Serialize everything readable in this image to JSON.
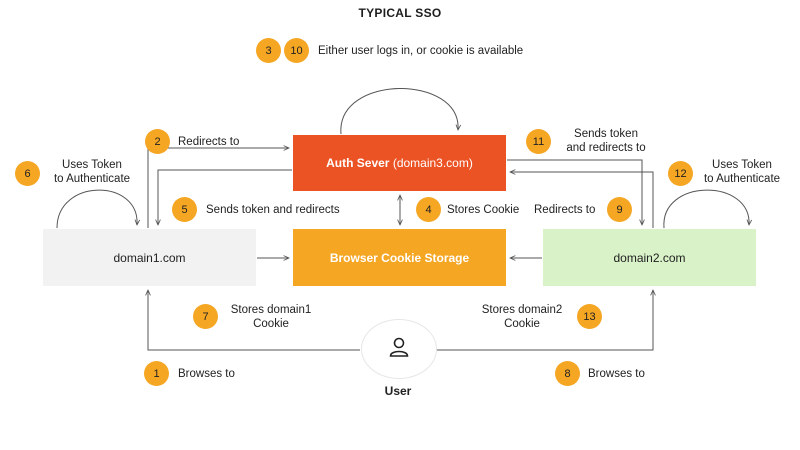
{
  "title": "TYPICAL SSO",
  "nodes": {
    "auth_bold": "Auth Sever",
    "auth_rest": " (domain3.com)",
    "cookie_storage": "Browser Cookie Storage",
    "domain1": "domain1.com",
    "domain2": "domain2.com",
    "user": "User"
  },
  "steps": {
    "s1": {
      "num": "1",
      "text": "Browses to"
    },
    "s2": {
      "num": "2",
      "text": "Redirects to"
    },
    "s3": {
      "num": "3"
    },
    "s10": {
      "num": "10",
      "text": "Either user logs in, or cookie is available"
    },
    "s4": {
      "num": "4",
      "text": "Stores Cookie"
    },
    "s5": {
      "num": "5",
      "text": "Sends token and redirects"
    },
    "s6": {
      "num": "6",
      "line1": "Uses Token",
      "line2": "to Authenticate"
    },
    "s7": {
      "num": "7",
      "line1": "Stores domain1",
      "line2": "Cookie"
    },
    "s8": {
      "num": "8",
      "text": "Browses to"
    },
    "s9": {
      "num": "9",
      "text": "Redirects to"
    },
    "s11": {
      "num": "11",
      "line1": "Sends token",
      "line2": "and redirects to"
    },
    "s12": {
      "num": "12",
      "line1": "Uses Token",
      "line2": "to Authenticate"
    },
    "s13": {
      "num": "13",
      "line1": "Stores domain2",
      "line2": "Cookie"
    }
  },
  "colors": {
    "auth": "#ec5324",
    "cookie": "#f5a623",
    "domain1": "#f2f2f2",
    "domain2": "#d9f2c7",
    "badge": "#f5a623",
    "line": "#555555"
  },
  "icons": {
    "user": "user-icon"
  }
}
